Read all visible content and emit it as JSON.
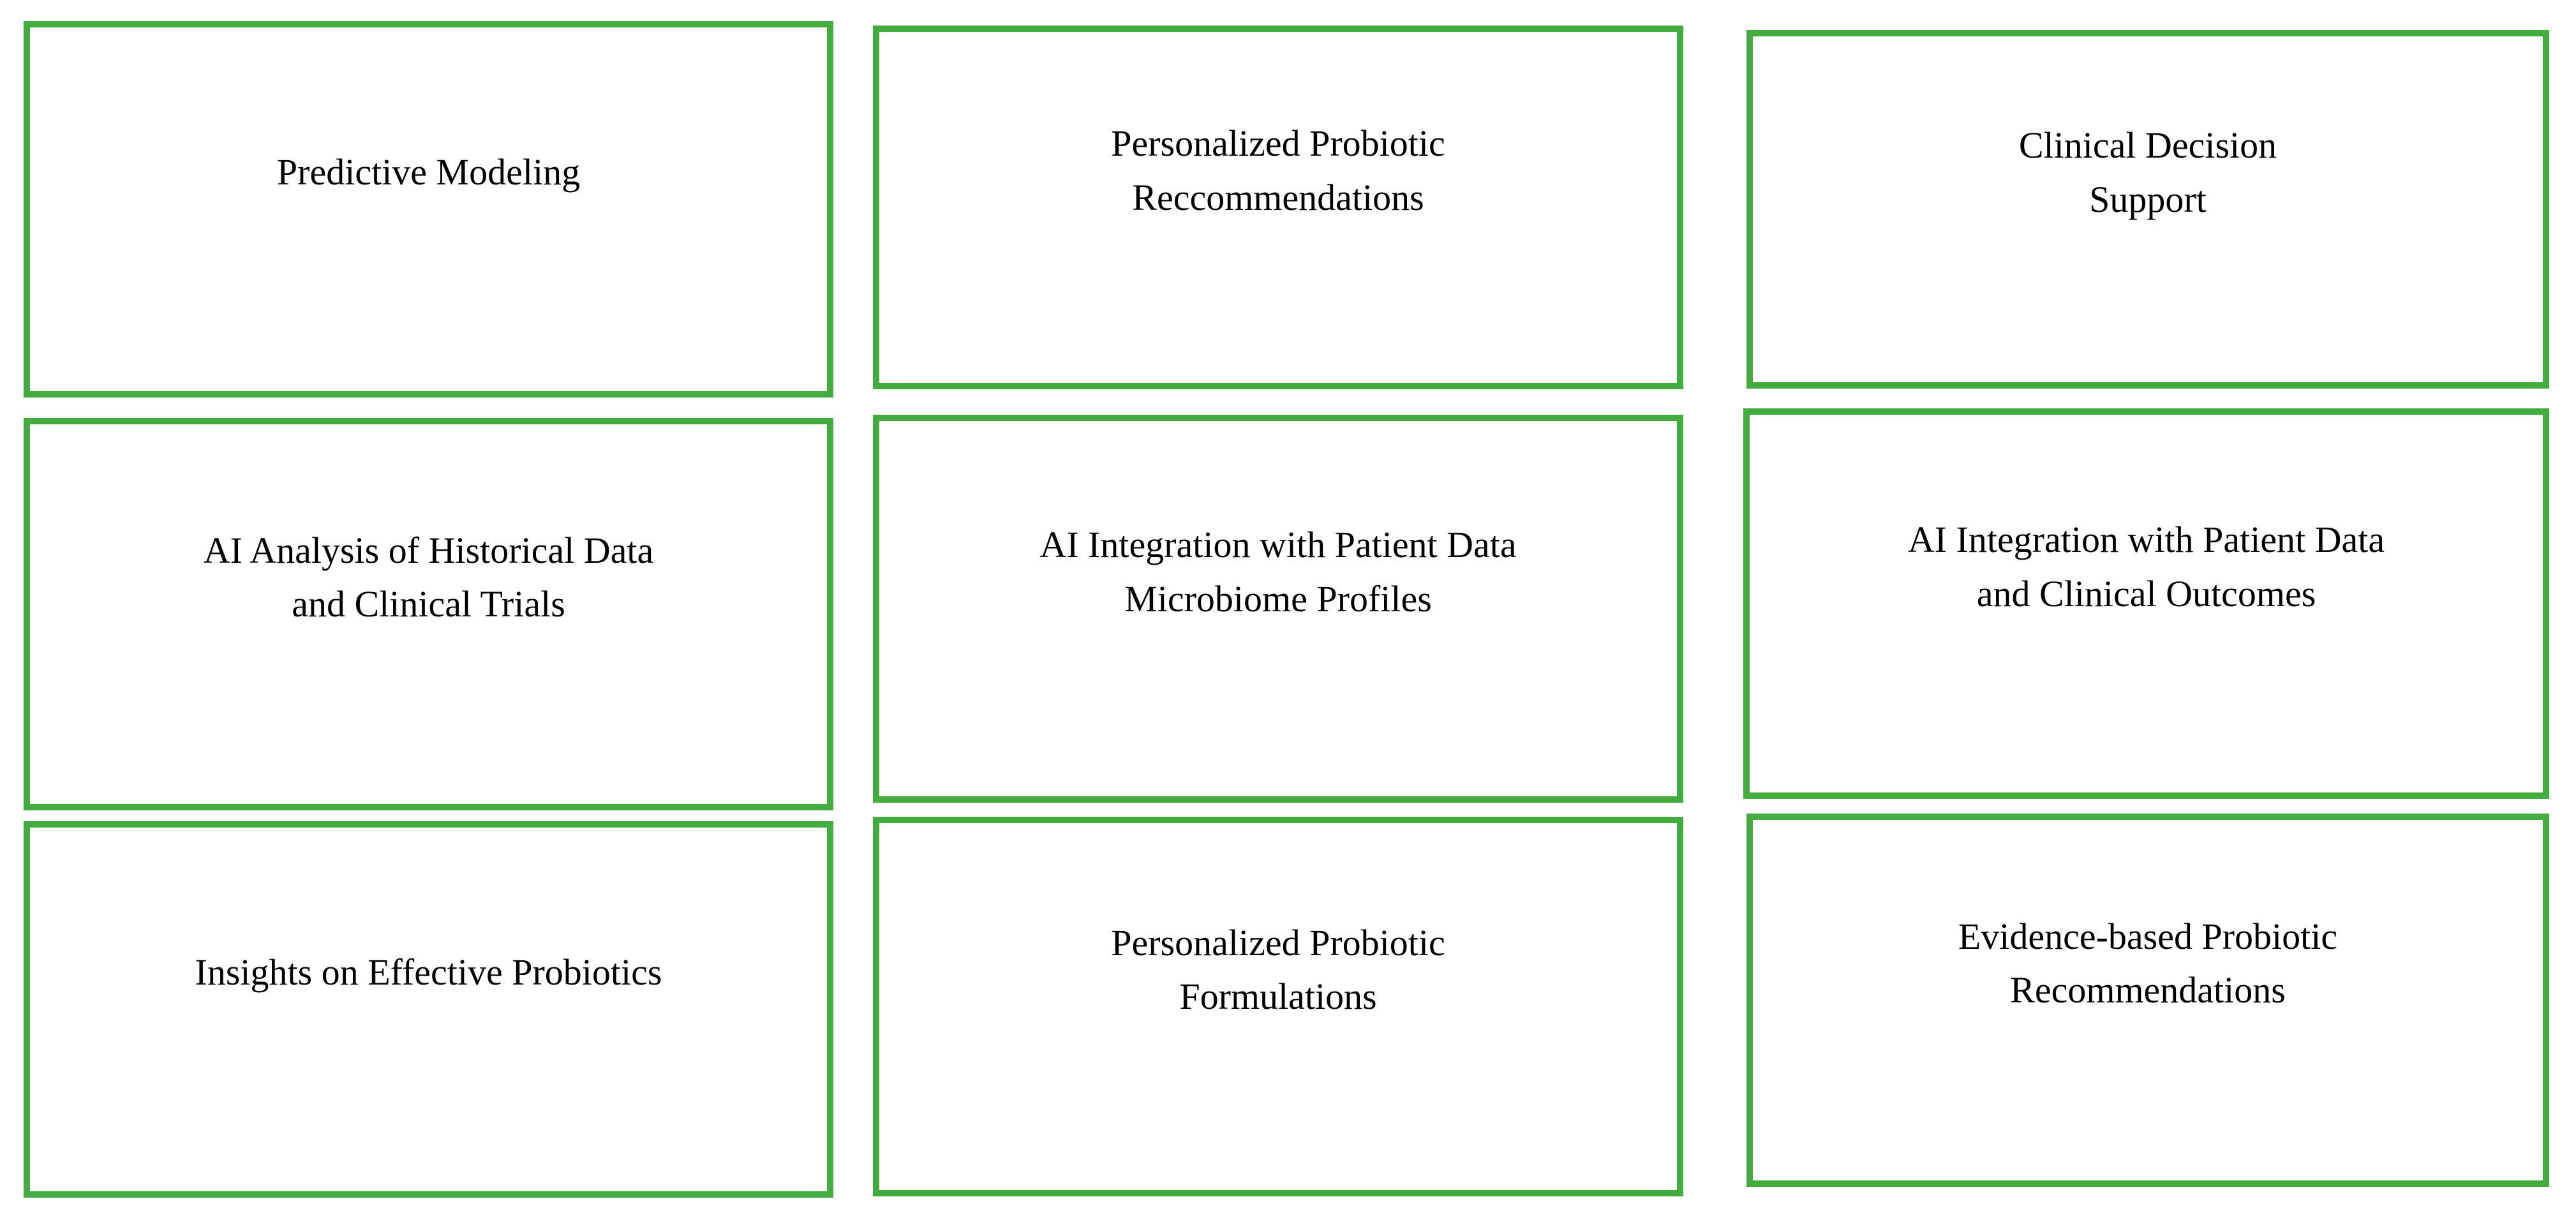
{
  "figure": {
    "background": "#ffffff",
    "border_color": "#43ac3e",
    "text_color": "#000000",
    "boxes": [
      {
        "name": "predictive-modeling",
        "lines": [
          "Predictive Modeling",
          ""
        ]
      },
      {
        "name": "personalized-probiotic-reccommendations",
        "lines": [
          "Personalized Probiotic",
          "Reccommendations"
        ]
      },
      {
        "name": "clinical-decision-support",
        "lines": [
          "Clinical Decision",
          "Support"
        ]
      },
      {
        "name": "ai-analysis-historical-data",
        "lines": [
          "AI Analysis of Historical Data",
          "and Clinical Trials"
        ]
      },
      {
        "name": "ai-integration-microbiome-profiles",
        "lines": [
          "AI Integration with Patient Data",
          "Microbiome Profiles"
        ]
      },
      {
        "name": "ai-integration-clinical-outcomes",
        "lines": [
          "AI Integration with Patient Data",
          "and Clinical Outcomes"
        ]
      },
      {
        "name": "insights-on-effective-probiotics",
        "lines": [
          "Insights on Effective Probiotics",
          ""
        ]
      },
      {
        "name": "personalized-probiotic-formulations",
        "lines": [
          "Personalized Probiotic",
          "Formulations"
        ]
      },
      {
        "name": "evidence-based-probiotic-recommendations",
        "lines": [
          "Evidence-based Probiotic",
          "Recommendations"
        ]
      }
    ]
  }
}
